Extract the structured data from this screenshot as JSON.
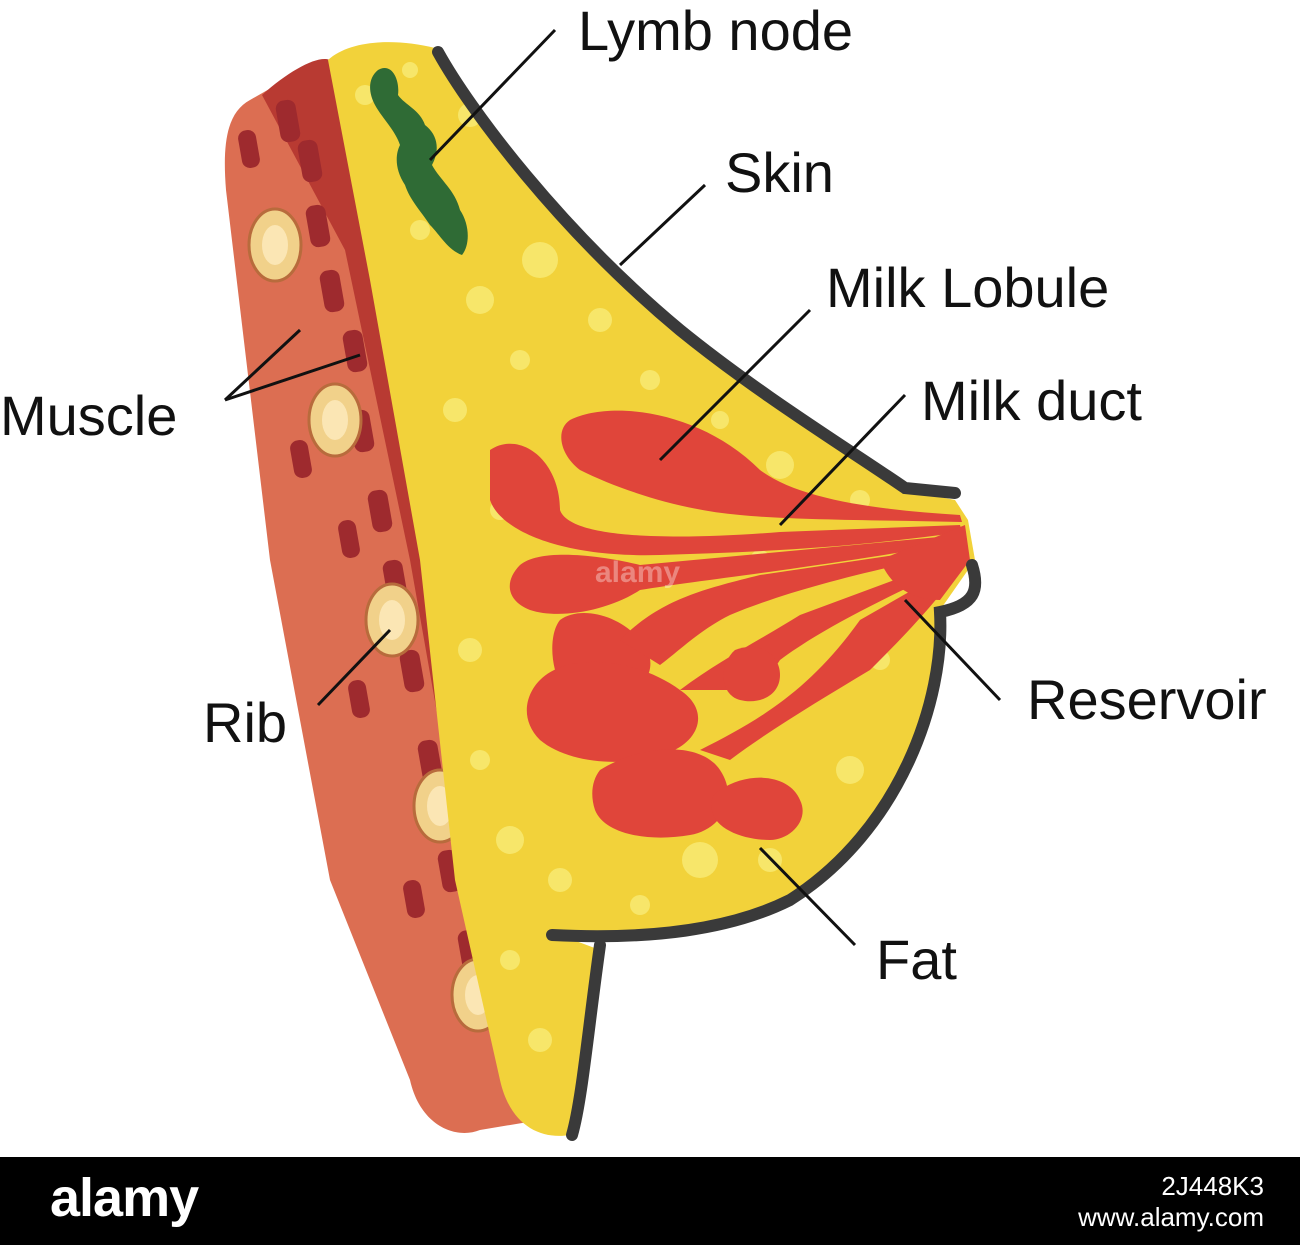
{
  "labels": {
    "lymph_node": "Lymb node",
    "skin": "Skin",
    "milk_lobule": "Milk Lobule",
    "milk_duct": "Milk duct",
    "muscle": "Muscle",
    "reservoir": "Reservoir",
    "rib": "Rib",
    "fat": "Fat"
  },
  "watermark": "alamy",
  "footer": {
    "logo": "alamy",
    "image_id": "2J448K3",
    "url": "www.alamy.com"
  },
  "colors": {
    "fat": "#f2d23a",
    "fat_dots": "#f7e66a",
    "muscle": "#b83a32",
    "muscle_fiber": "#9e2a2e",
    "chest_wall": "#dc6e52",
    "rib": "#f1d18a",
    "rib_center": "#fbe6b4",
    "lobule": "#e0453a",
    "lymph_node": "#2f6b35",
    "skin_line": "#3a3a3a"
  }
}
